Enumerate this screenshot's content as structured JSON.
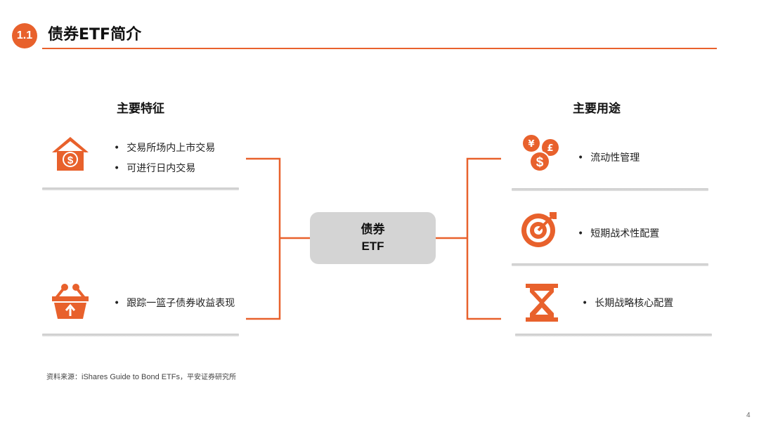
{
  "header": {
    "section_number": "1.1",
    "title": "债券ETF简介"
  },
  "features": {
    "heading": "主要特征",
    "groups": [
      {
        "icon": "house-dollar-icon",
        "bullets": [
          "交易所场内上市交易",
          "可进行日内交易"
        ]
      },
      {
        "icon": "basket-arrow-icon",
        "bullets": [
          "跟踪一篮子债券收益表现"
        ]
      }
    ]
  },
  "center": {
    "line1": "债券",
    "line2": "ETF"
  },
  "uses": {
    "heading": "主要用途",
    "items": [
      {
        "icon": "coins-currency-icon",
        "label": "流动性管理"
      },
      {
        "icon": "target-arrow-icon",
        "label": "短期战术性配置"
      },
      {
        "icon": "hourglass-icon",
        "label": "长期战略核心配置"
      }
    ]
  },
  "source": {
    "prefix": "资料来源：",
    "english": "iShares Guide to Bond ETFs",
    "suffix": "，平安证券研究所"
  },
  "page_number": "4",
  "colors": {
    "accent": "#e8612c",
    "box": "#d4d4d4",
    "shadow": "#cccccc"
  }
}
